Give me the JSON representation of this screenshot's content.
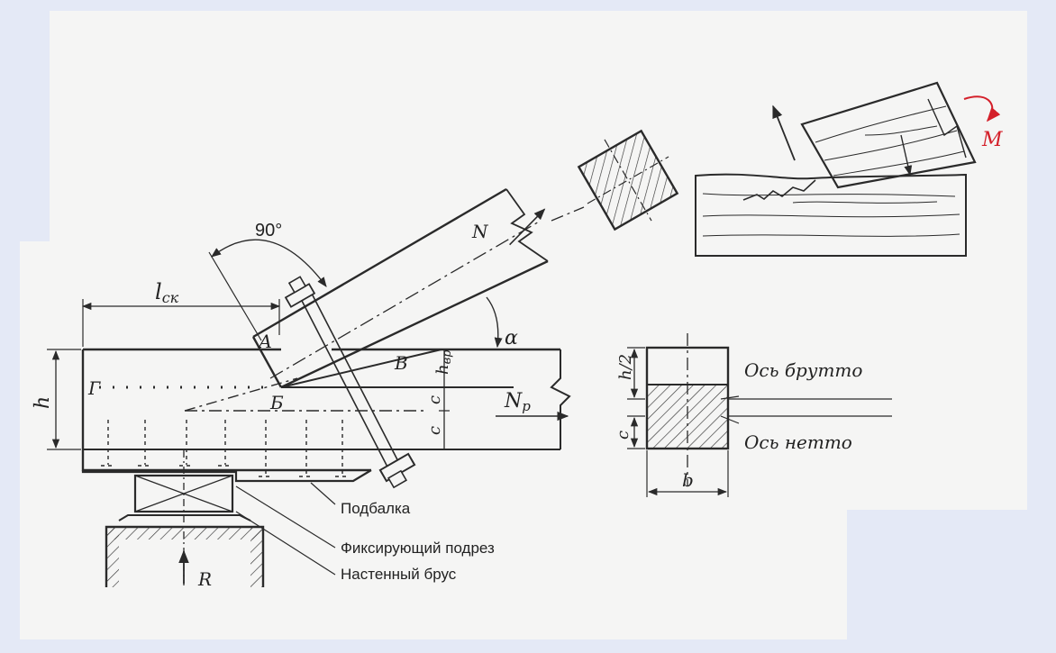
{
  "labels": {
    "angle_90": "90°",
    "l_sk": "l",
    "l_sk_sub": "ск",
    "force_N": "N",
    "alpha": "α",
    "point_A": "А",
    "point_B": "Б",
    "point_V": "В",
    "point_G": "Г",
    "h": "h",
    "h_vr": "h",
    "h_vr_sub": "вр",
    "c_top": "с",
    "c_bottom": "с",
    "force_Np": "N",
    "force_Np_sub": "р",
    "reaction_R": "R",
    "moment_M": "M",
    "h_half": "h/2",
    "c_section": "с",
    "b": "b",
    "os_brutto": "Ось брутто",
    "os_netto": "Ось нетто",
    "podbalka": "Подбалка",
    "fiksiruyushchiy_podrez": "Фиксирующий подрез",
    "nastennyy_brus": "Настенный брус"
  },
  "colors": {
    "paper": "#f5f5f4",
    "background": "#e4e9f6",
    "ink": "#2a2a2a",
    "red_annotation": "#d4202a"
  }
}
